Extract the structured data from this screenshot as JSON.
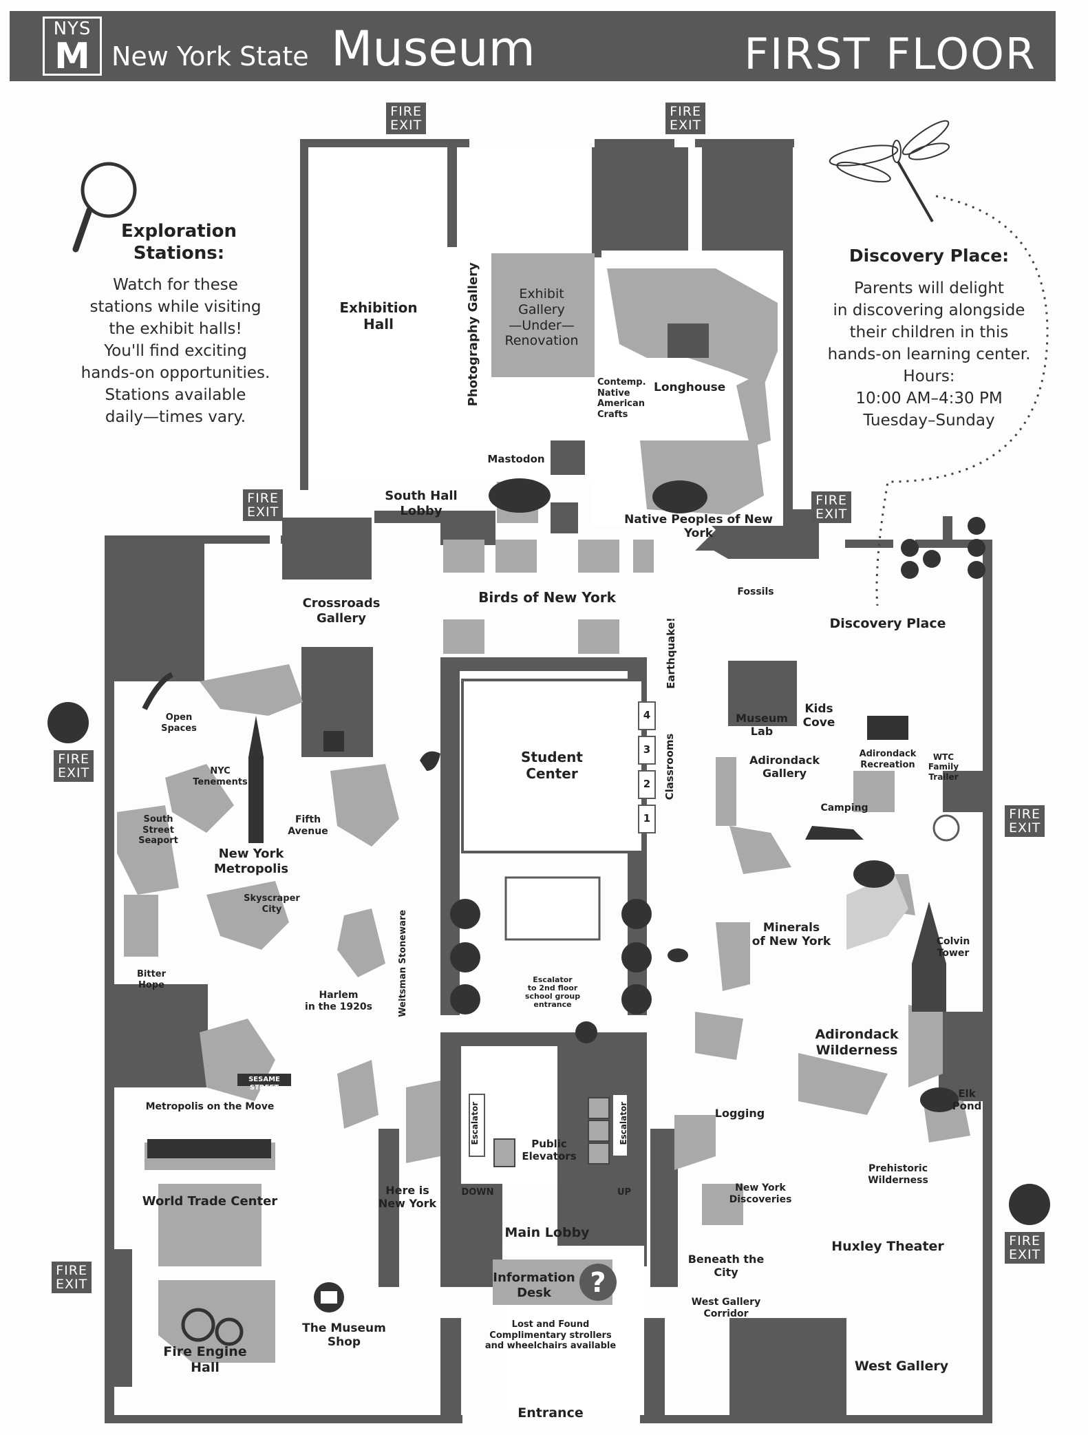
{
  "header": {
    "logo_top": "NYS",
    "logo_bottom": "M",
    "org": "New York State",
    "org_big": "Museum",
    "floor": "FIRST FLOOR"
  },
  "exploration": {
    "title1": "Exploration",
    "title2": "Stations:",
    "lines": [
      "Watch for these",
      "stations while visiting",
      "the exhibit halls!",
      "You'll find exciting",
      "hands-on opportunities.",
      "Stations available",
      "daily—times vary."
    ]
  },
  "discovery": {
    "title": "Discovery Place:",
    "lines": [
      "Parents will delight",
      "in discovering alongside",
      "their children in this",
      "hands-on learning center."
    ],
    "hours_label": "Hours:",
    "hours": "10:00 AM–4:30 PM",
    "days": "Tuesday–Sunday"
  },
  "fire_exit": {
    "line1": "FIRE",
    "line2": "EXIT"
  },
  "labels": {
    "exhibition_hall_1": "Exhibition",
    "exhibition_hall_2": "Hall",
    "photography_gallery": "Photography Gallery",
    "exhibit_gallery": [
      "Exhibit",
      "Gallery",
      "—Under—",
      "Renovation"
    ],
    "contemp": [
      "Contemp.",
      "Native",
      "American",
      "Crafts"
    ],
    "longhouse": "Longhouse",
    "mastodon": "Mastodon",
    "south_hall_lobby": [
      "South Hall",
      "Lobby"
    ],
    "native_peoples": "Native Peoples of New York",
    "crossroads": [
      "Crossroads",
      "Gallery"
    ],
    "birds": "Birds of New York",
    "fossils": "Fossils",
    "discovery_place": "Discovery Place",
    "earthquake": "Earthquake!",
    "classrooms": "Classrooms",
    "student_center": [
      "Student",
      "Center"
    ],
    "museum_lab": [
      "Museum",
      "Lab"
    ],
    "kids_cove": [
      "Kids",
      "Cove"
    ],
    "adirondack_gallery": [
      "Adirondack",
      "Gallery"
    ],
    "adirondack_recreation": [
      "Adirondack",
      "Recreation"
    ],
    "wtc_trailer": [
      "WTC",
      "Family",
      "Trailer"
    ],
    "camping": "Camping",
    "open_spaces": [
      "Open",
      "Spaces"
    ],
    "nyc_tenements": [
      "NYC",
      "Tenements"
    ],
    "south_street": [
      "South",
      "Street",
      "Seaport"
    ],
    "fifth_avenue": [
      "Fifth",
      "Avenue"
    ],
    "ny_metropolis": [
      "New York",
      "Metropolis"
    ],
    "skyscraper_city": [
      "Skyscraper",
      "City"
    ],
    "bitter_hope": [
      "Bitter",
      "Hope"
    ],
    "harlem": [
      "Harlem",
      "in the 1920s"
    ],
    "weitsman": "Weitsman Stoneware",
    "sesame": "SESAME STREET",
    "escalator_sign": [
      "Escalator",
      "to 2nd floor",
      "school group entrance"
    ],
    "minerals": [
      "Minerals",
      "of New York"
    ],
    "colvin": [
      "Colvin",
      "Tower"
    ],
    "adirondack_wilderness": [
      "Adirondack",
      "Wilderness"
    ],
    "elk_pond": [
      "Elk",
      "Pond"
    ],
    "logging": "Logging",
    "metropolis_move": "Metropolis on the Move",
    "world_trade": "World Trade Center",
    "escalator": "Escalator",
    "down": "DOWN",
    "up": "UP",
    "public_elevators": [
      "Public",
      "Elevators"
    ],
    "here_is": [
      "Here is",
      "New York"
    ],
    "ny_discoveries": [
      "New York",
      "Discoveries"
    ],
    "prehistoric": [
      "Prehistoric",
      "Wilderness"
    ],
    "main_lobby": "Main Lobby",
    "huxley": "Huxley Theater",
    "beneath": "Beneath the City",
    "info_desk": [
      "Information",
      "Desk"
    ],
    "west_corridor": "West Gallery Corridor",
    "museum_shop": [
      "The Museum",
      "Shop"
    ],
    "fire_engine": [
      "Fire Engine",
      "Hall"
    ],
    "lost_found": [
      "Lost and Found",
      "Complimentary strollers",
      "and wheelchairs available"
    ],
    "west_gallery": "West Gallery",
    "entrance": "Entrance",
    "classroom_numbers": [
      "4",
      "3",
      "2",
      "1"
    ]
  },
  "colors": {
    "wall": "#5a5a5c",
    "exhibit": "#a9a9ab",
    "light": "#cfcfd1",
    "floor": "#ffffff",
    "bg": "#fdfdfb"
  }
}
